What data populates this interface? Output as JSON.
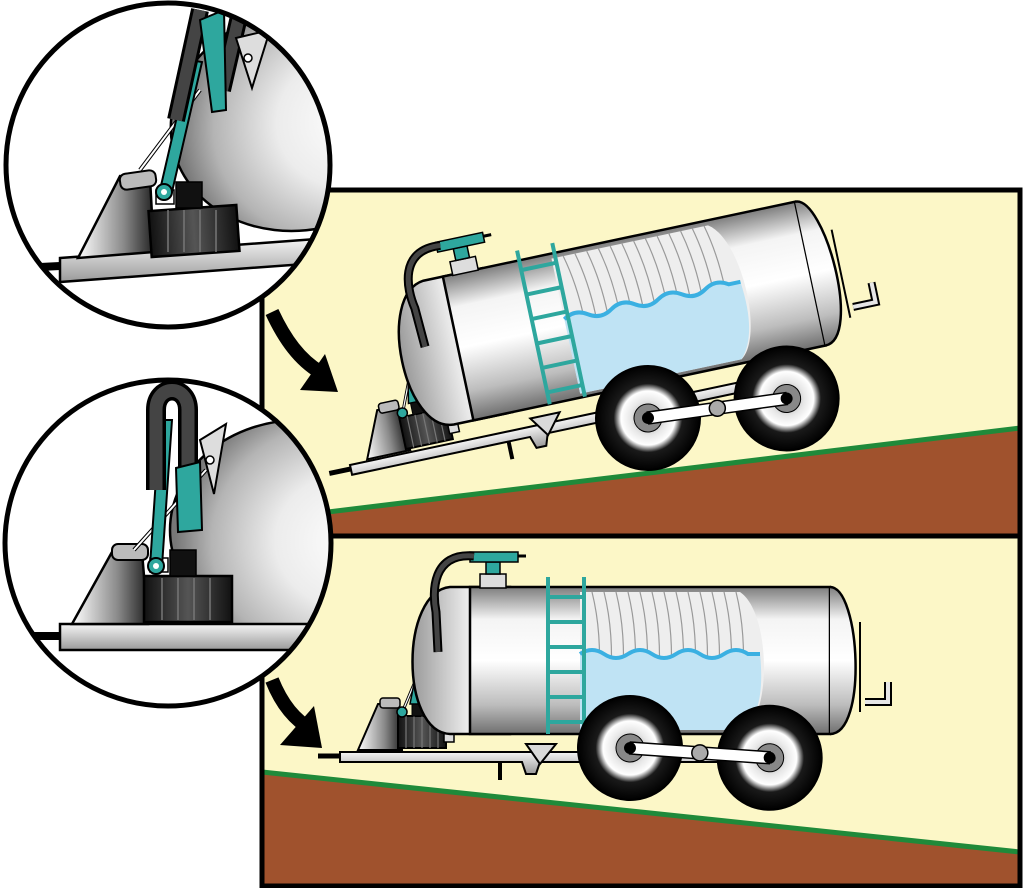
{
  "diagram": {
    "panels": [
      {
        "id": "uphill",
        "terrain": "ascending"
      },
      {
        "id": "downhill",
        "terrain": "descending"
      }
    ],
    "colors": {
      "sky": "#fcf7c7",
      "soil": "#a0522d",
      "grass": "#1f8a3a",
      "teal": "#2ea79e",
      "water": "#bfe3f4",
      "water_edge": "#3ab0e2",
      "outline": "#000000",
      "steel_light": "#f2f2f2",
      "steel_dark": "#8c8c8c",
      "tire": "#111111",
      "hose": "#444444"
    }
  }
}
